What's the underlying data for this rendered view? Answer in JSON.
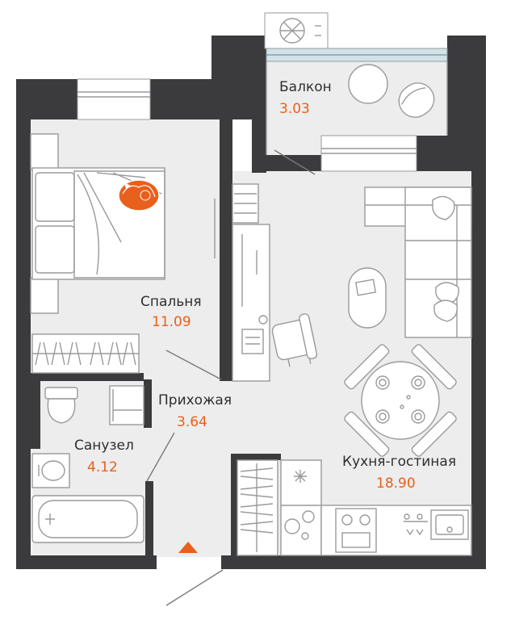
{
  "rooms": {
    "balcony": {
      "name": "Балкон",
      "area": "3.03"
    },
    "bedroom": {
      "name": "Спальня",
      "area": "11.09"
    },
    "hallway": {
      "name": "Прихожая",
      "area": "3.64"
    },
    "bathroom": {
      "name": "Санузел",
      "area": "4.12"
    },
    "kitchen": {
      "name": "Кухня-гостиная",
      "area": "18.90"
    }
  },
  "colors": {
    "wall": "#3b3b3d",
    "floor": "#ededed",
    "accent": "#e8601c",
    "window": "#cfe3ea"
  },
  "icons": [
    "air-conditioner-icon",
    "cat-icon",
    "entrance-arrow-icon"
  ]
}
